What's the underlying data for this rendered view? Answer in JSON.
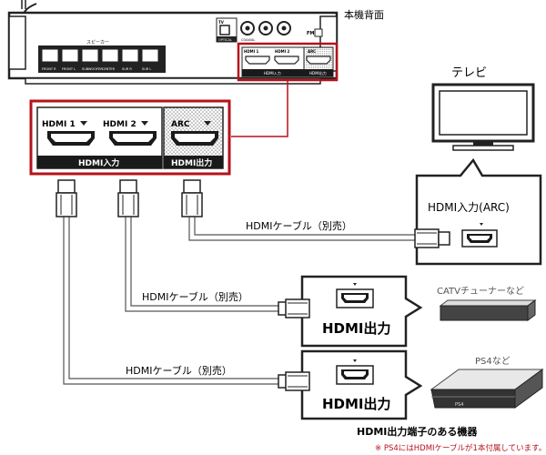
{
  "unit": {
    "label": "本機背面",
    "tv_label": "TV",
    "optical_label": "OPTICAL",
    "coaxial_label": "COAXIAL",
    "fm_label": "FM",
    "speaker_group_label": "スピーカー",
    "speaker_jacks": [
      "FRONT R",
      "FRONT L",
      "SUBWOOFER",
      "CENTER",
      "SUR R",
      "SUR L"
    ],
    "small_hdmi1": "HDMI 1",
    "small_hdmi2": "HDMI 2",
    "small_arc": "ARC",
    "small_in_label": "HDMI入力",
    "small_out_label": "HDMI出力"
  },
  "panel": {
    "hdmi1_label": "HDMI 1",
    "hdmi2_label": "HDMI 2",
    "arc_label": "ARC",
    "input_label": "HDMI入力",
    "output_label": "HDMI出力"
  },
  "tv": {
    "label": "テレビ",
    "port_label": "HDMI入力(ARC)"
  },
  "cables": {
    "c1_label": "HDMIケーブル（別売）",
    "c2_label": "HDMIケーブル（別売）",
    "c3_label": "HDMIケーブル（別売）"
  },
  "catv": {
    "label": "CATVチューナーなど",
    "port_label": "HDMI出力"
  },
  "ps4": {
    "label": "PS4など",
    "port_label": "HDMI出力",
    "logo_text": "PS4"
  },
  "devices_caption": "HDMI出力端子のある機器",
  "footnote": "※ PS4にはHDMIケーブルが1本付属しています。",
  "colors": {
    "highlight_red": "#b5121b",
    "panel_dark": "#1a1a1a",
    "cable_gray": "#555555"
  }
}
